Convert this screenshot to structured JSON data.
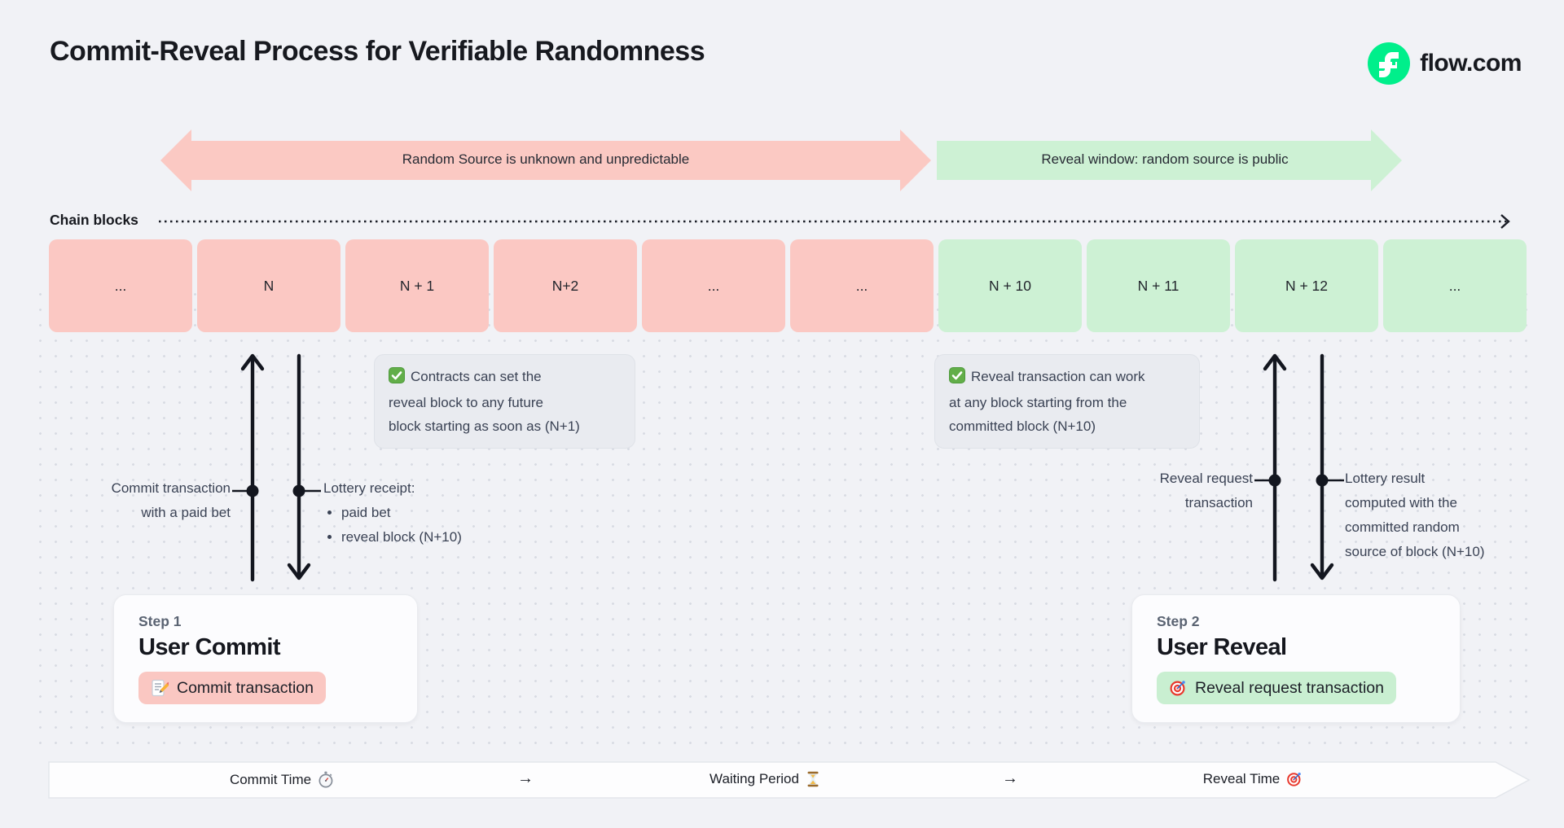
{
  "page": {
    "title": "Commit-Reveal Process for Verifiable Randomness"
  },
  "brand": {
    "name": "flow.com",
    "logo_icon": "flow-logo-icon",
    "logo_color": "#00EF8B"
  },
  "phase_arrows": {
    "commit": {
      "label": "Random Source is unknown and unpredictable",
      "color": "#FBC9C3",
      "direction": "both"
    },
    "reveal": {
      "label": "Reveal window: random source is public",
      "color": "#CDF1D4",
      "direction": "right"
    }
  },
  "chain": {
    "label": "Chain blocks",
    "blocks": [
      {
        "label": "...",
        "phase": "commit"
      },
      {
        "label": "N",
        "phase": "commit"
      },
      {
        "label": "N + 1",
        "phase": "commit"
      },
      {
        "label": "N+2",
        "phase": "commit"
      },
      {
        "label": "...",
        "phase": "commit"
      },
      {
        "label": "...",
        "phase": "commit"
      },
      {
        "label": "N + 10",
        "phase": "reveal"
      },
      {
        "label": "N + 11",
        "phase": "reveal"
      },
      {
        "label": "N + 12",
        "phase": "reveal"
      },
      {
        "label": "...",
        "phase": "reveal"
      }
    ]
  },
  "notes": [
    {
      "icon": "check-icon",
      "lines": [
        "Contracts can set the",
        "reveal block to any future",
        "block starting as soon as (N+1)"
      ]
    },
    {
      "icon": "check-icon",
      "lines": [
        "Reveal transaction can work",
        "at any block starting from the",
        "committed block (N+10)"
      ]
    }
  ],
  "annotations": {
    "commit_tx": {
      "lines": [
        "Commit transaction",
        "with a paid bet"
      ]
    },
    "lottery_receipt": {
      "title": "Lottery receipt:",
      "bullets": [
        "paid bet",
        "reveal block (N+10)"
      ]
    },
    "reveal_request": {
      "lines": [
        "Reveal request",
        "transaction"
      ]
    },
    "lottery_result": {
      "lines": [
        "Lottery result",
        "computed with the",
        "committed random",
        "source of block (N+10)"
      ]
    }
  },
  "steps": [
    {
      "step_label": "Step 1",
      "title": "User Commit",
      "action": "Commit transaction",
      "icon": "memo-icon",
      "pill_color": "#FAC7C2"
    },
    {
      "step_label": "Step 2",
      "title": "User Reveal",
      "action": "Reveal request transaction",
      "icon": "target-icon",
      "pill_color": "#C9EFD1"
    }
  ],
  "timeline": {
    "items": [
      {
        "label": "Commit Time",
        "icon": "stopwatch-icon"
      },
      {
        "label": "→"
      },
      {
        "label": "Waiting Period",
        "icon": "hourglass-icon"
      },
      {
        "label": "→"
      },
      {
        "label": "Reveal Time",
        "icon": "target-icon"
      }
    ]
  },
  "colors": {
    "background": "#F1F2F6",
    "commit_pink": "#FBC8C3",
    "reveal_green": "#CDF1D4",
    "ink": "#16181F",
    "slate_text": "#3A4254",
    "note_bg": "#E9EBF0",
    "card_bg": "#FCFCFE"
  }
}
